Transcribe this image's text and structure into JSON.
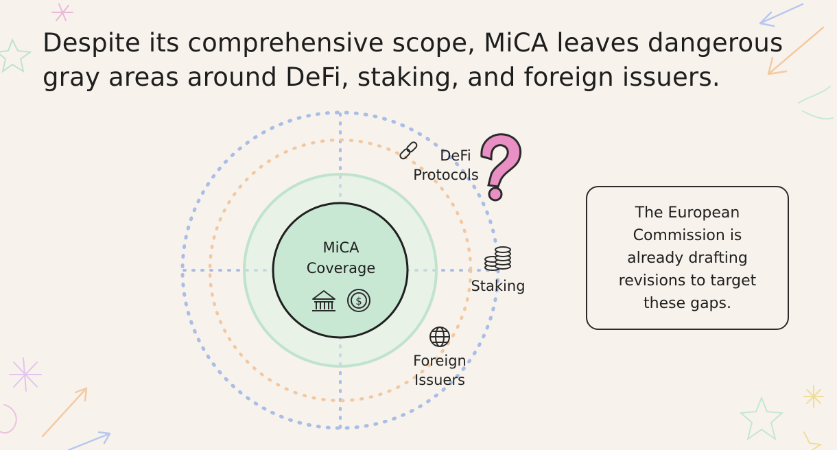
{
  "title": {
    "line1": "Despite its comprehensive scope, MiCA leaves dangerous",
    "line2": "gray areas around DeFi, staking, and foreign issuers."
  },
  "core": {
    "line1": "MiCA",
    "line2": "Coverage",
    "icons": [
      "bank-icon",
      "dollar-coin-icon"
    ]
  },
  "gray_areas": [
    {
      "line1": "DeFi",
      "line2": "Protocols",
      "icon": "chain-link-icon",
      "marker": "question-mark-icon"
    },
    {
      "line1": "Staking",
      "icon": "coin-stack-icon"
    },
    {
      "line1": "Foreign",
      "line2": "Issuers",
      "icon": "globe-icon"
    }
  ],
  "note": {
    "text": "The European Commission is already drafting revisions to target these gaps."
  },
  "colors": {
    "background": "#f7f3ec",
    "core_fill": "#c9e8d4",
    "core_halo": "#ddf1e4",
    "inner_dotted_ring": "#f1c8a2",
    "outer_dotted_ring": "#a9bde6",
    "question_mark": "#e98fc4"
  }
}
